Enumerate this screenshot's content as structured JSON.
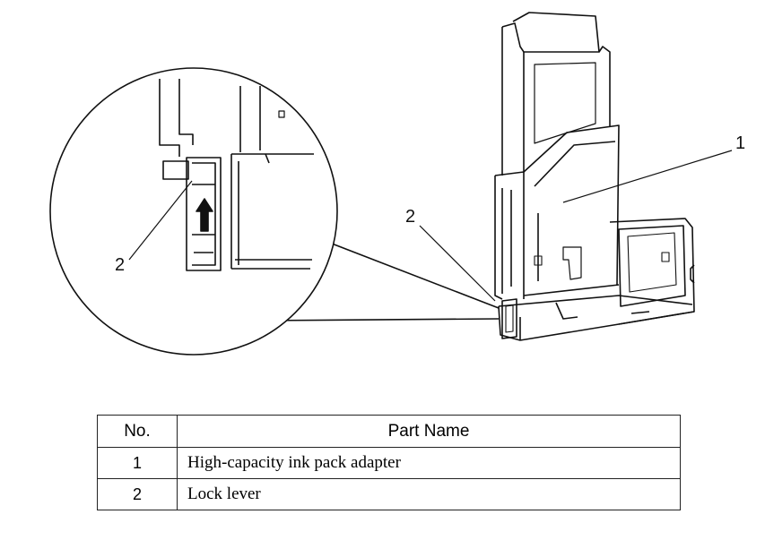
{
  "diagram": {
    "callouts": {
      "main_1": "1",
      "main_2": "2",
      "zoom_2": "2"
    }
  },
  "table": {
    "headers": {
      "no": "No.",
      "part_name": "Part Name"
    },
    "rows": [
      {
        "no": "1",
        "name": "High-capacity ink pack adapter"
      },
      {
        "no": "2",
        "name": "Lock lever"
      }
    ]
  }
}
